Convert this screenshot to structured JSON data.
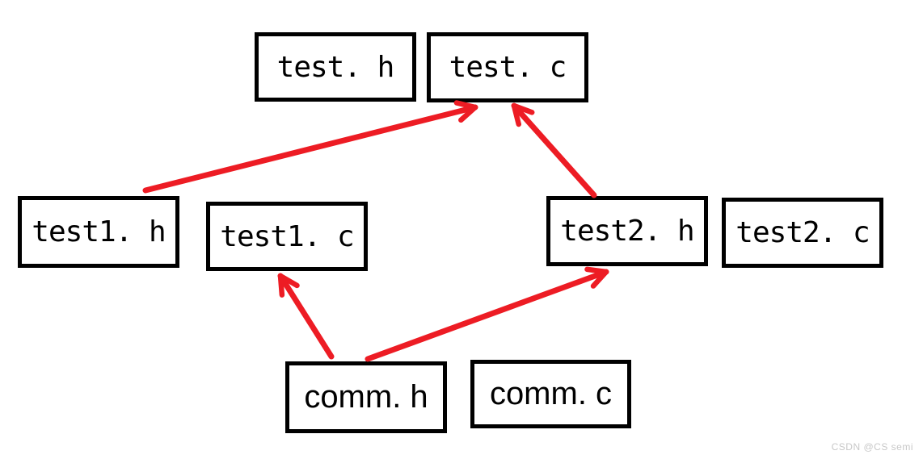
{
  "diagram": {
    "background_color": "#ffffff",
    "box_border_color": "#000000",
    "arrow_color": "#ed1c24",
    "nodes": [
      {
        "id": "test-h",
        "label": "test. h"
      },
      {
        "id": "test-c",
        "label": "test. c"
      },
      {
        "id": "test1-h",
        "label": "test1. h"
      },
      {
        "id": "test1-c",
        "label": "test1. c"
      },
      {
        "id": "test2-h",
        "label": "test2. h"
      },
      {
        "id": "test2-c",
        "label": "test2. c"
      },
      {
        "id": "comm-h",
        "label": "comm. h"
      },
      {
        "id": "comm-c",
        "label": "comm. c"
      }
    ],
    "edges": [
      {
        "from": "test1-h",
        "to": "test-c"
      },
      {
        "from": "test2-h",
        "to": "test-c"
      },
      {
        "from": "comm-h",
        "to": "test1-c"
      },
      {
        "from": "comm-h",
        "to": "test2-h"
      }
    ]
  },
  "watermark": {
    "text": "CSDN @CS semi",
    "color": "#c8c8c8"
  }
}
